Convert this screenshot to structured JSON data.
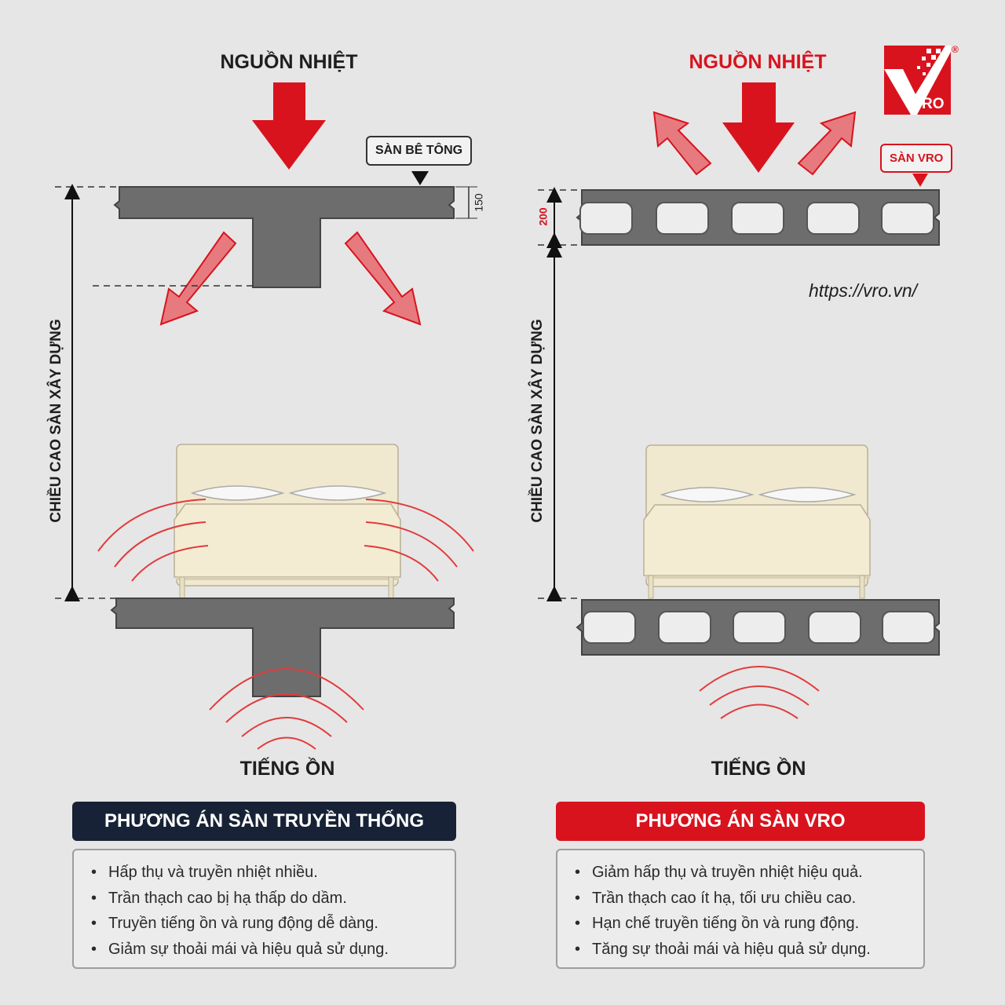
{
  "colors": {
    "red": "#d8131e",
    "red_light": "#e77a7e",
    "concrete": "#6d6d6d",
    "navy": "#172236",
    "background": "#e6e6e6"
  },
  "left": {
    "heat_title": "NGUỒN NHIỆT",
    "slab_tag": "SÀN BÊ TÔNG",
    "thickness": "150",
    "height_label": "CHIỀU CAO SÀN XÂY DỰNG",
    "noise_title": "TIẾNG ỒN",
    "plan_title": "PHƯƠNG ÁN SÀN TRUYỀN THỐNG",
    "bullets": [
      "Hấp thụ và truyền nhiệt nhiều.",
      "Trần thạch cao bị hạ thấp do dầm.",
      "Truyền tiếng ồn và rung động dễ dàng.",
      "Giảm sự thoải mái và hiệu quả sử dụng."
    ]
  },
  "right": {
    "heat_title": "NGUỒN NHIỆT",
    "slab_tag": "SÀN VRO",
    "thickness": "200",
    "height_label": "CHIỀU CAO SÀN XÂY DỰNG",
    "noise_title": "TIẾNG ỒN",
    "plan_title": "PHƯƠNG ÁN SÀN VRO",
    "bullets": [
      "Giảm hấp thụ và truyền nhiệt hiệu quả.",
      "Trần thạch cao ít hạ, tối ưu chiều cao.",
      "Hạn chế truyền tiếng ồn và rung động.",
      "Tăng sự thoải mái và hiệu quả sử dụng."
    ]
  },
  "logo": {
    "text": "RO",
    "registered": "®"
  },
  "website": "https://vro.vn/"
}
